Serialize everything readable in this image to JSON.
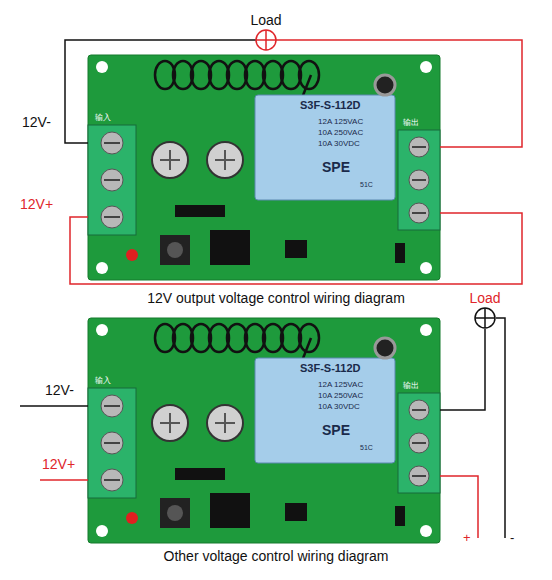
{
  "diagram": {
    "nodes": [
      {
        "text": [
          "Load"
        ]
      },
      {
        "text": [
          "Load"
        ]
      }
    ],
    "labels": [
      "12V-",
      "12V+",
      "12V output voltage control wiring diagram",
      "12V-",
      "12V+",
      "+",
      "-",
      "Other voltage control wiring diagram",
      "S3F-S-112D",
      "12A 125VAC",
      "10A 250VAC",
      "10A 30VDC",
      "SPE",
      "51C",
      "输入",
      "输出",
      "S3F-S-112D",
      "12A 125VAC",
      "10A 250VAC",
      "10A 30VDC",
      "SPE",
      "51C",
      "输入",
      "输出"
    ]
  }
}
